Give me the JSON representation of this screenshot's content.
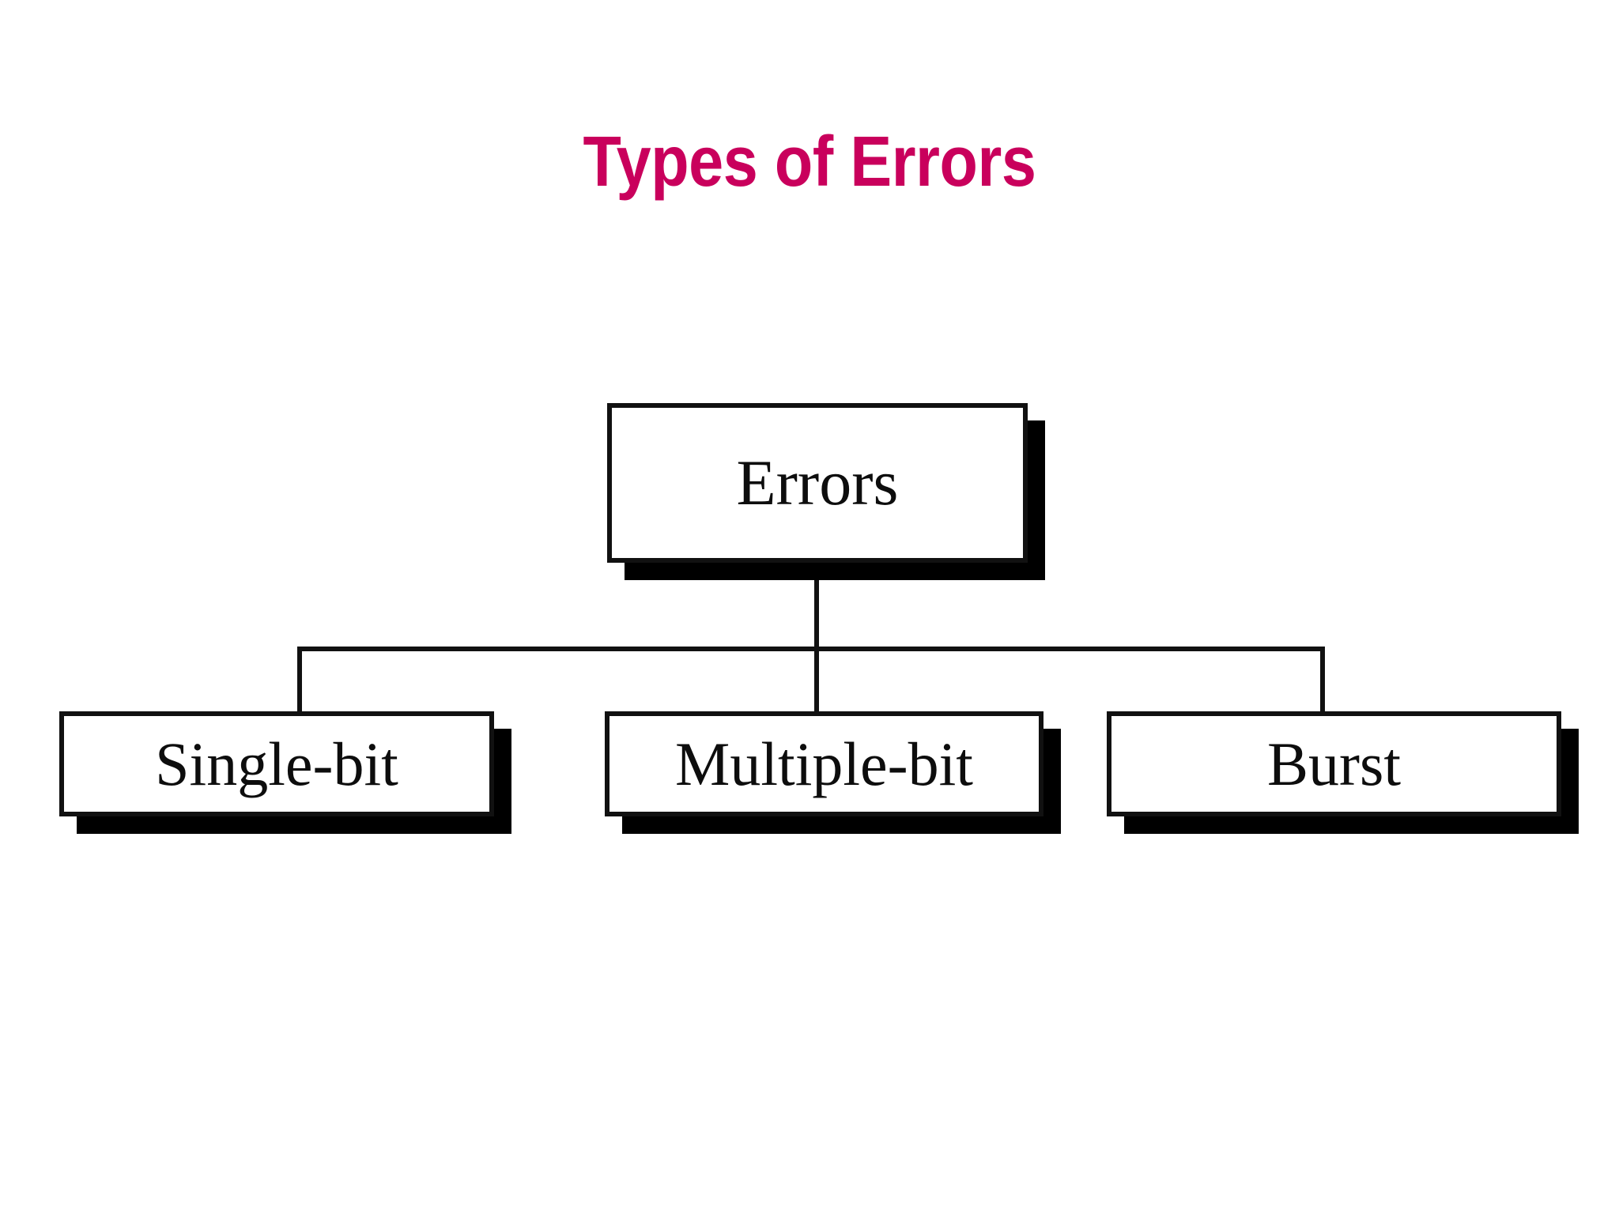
{
  "slide": {
    "title": "Types of Errors",
    "title_color": "#c9005c",
    "background_color": "#ffffff"
  },
  "diagram": {
    "type": "hierarchy-tree",
    "orientation": "top-down",
    "box_fill": "#ffffff",
    "box_border_color": "#111111",
    "shadow_color": "#000000",
    "root": {
      "id": "errors",
      "label": "Errors"
    },
    "children": [
      {
        "id": "single-bit",
        "label": "Single-bit"
      },
      {
        "id": "multiple-bit",
        "label": "Multiple-bit"
      },
      {
        "id": "burst",
        "label": "Burst"
      }
    ]
  }
}
